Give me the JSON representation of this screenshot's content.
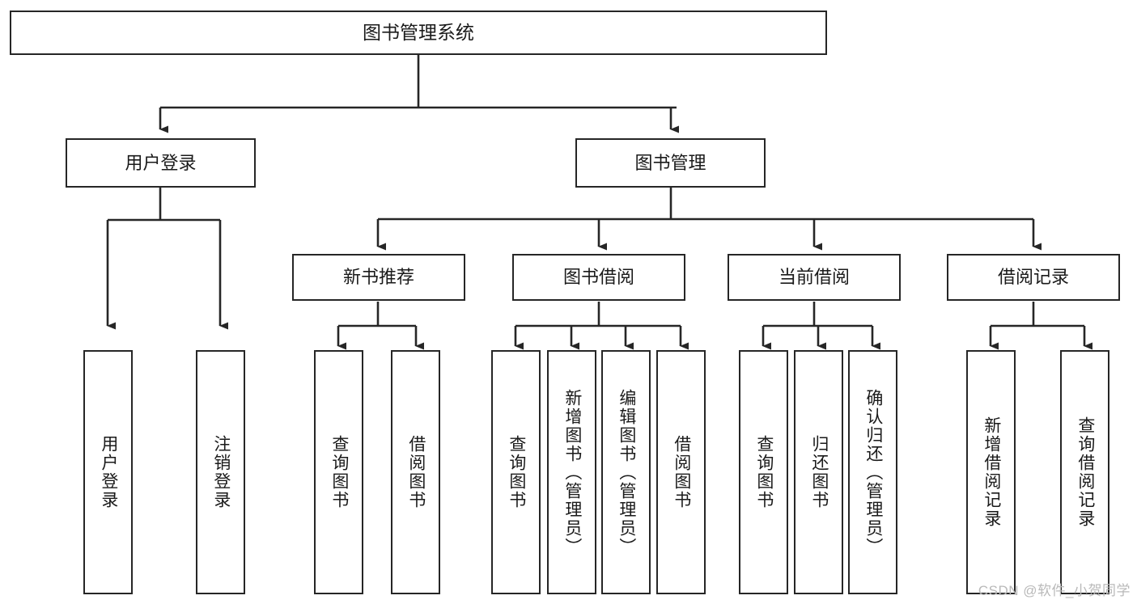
{
  "diagram": {
    "title": "图书管理系统",
    "watermark": "CSDN @软件_小贺同学",
    "colors": {
      "box_border": "#262626",
      "connector": "#262626",
      "background": "#ffffff",
      "text": "#1a1a1a",
      "watermark": "#b9b9b9"
    },
    "nodes": {
      "root": {
        "label": "图书管理系统",
        "level": 0
      },
      "user_login": {
        "label": "用户登录",
        "level": 1
      },
      "book_manage": {
        "label": "图书管理",
        "level": 1
      },
      "new_book_rec": {
        "label": "新书推荐",
        "level": 2
      },
      "book_borrow": {
        "label": "图书借阅",
        "level": 2
      },
      "current_borrow": {
        "label": "当前借阅",
        "level": 2
      },
      "borrow_record": {
        "label": "借阅记录",
        "level": 2
      },
      "leaf_user_login": {
        "label": "用户登录",
        "level": 3
      },
      "leaf_logout": {
        "label": "注销登录",
        "level": 3
      },
      "leaf_query_book_1": {
        "label": "查询图书",
        "level": 3
      },
      "leaf_borrow_book_1": {
        "label": "借阅图书",
        "level": 3
      },
      "leaf_query_book_2": {
        "label": "查询图书",
        "level": 3
      },
      "leaf_add_book": {
        "label": "新增图书（管理员）",
        "level": 3
      },
      "leaf_edit_book": {
        "label": "编辑图书（管理员）",
        "level": 3
      },
      "leaf_borrow_book_2": {
        "label": "借阅图书",
        "level": 3
      },
      "leaf_query_book_3": {
        "label": "查询图书",
        "level": 3
      },
      "leaf_return_book": {
        "label": "归还图书",
        "level": 3
      },
      "leaf_confirm_return": {
        "label": "确认归还（管理员）",
        "level": 3
      },
      "leaf_add_record": {
        "label": "新增借阅记录",
        "level": 3
      },
      "leaf_query_record": {
        "label": "查询借阅记录",
        "level": 3
      }
    }
  },
  "chart_data": {
    "type": "table",
    "title": "图书管理系统",
    "structure": "tree",
    "levels": 4,
    "tree": [
      {
        "label": "图书管理系统",
        "children": [
          {
            "label": "用户登录",
            "children": [
              {
                "label": "用户登录",
                "children": []
              },
              {
                "label": "注销登录",
                "children": []
              }
            ]
          },
          {
            "label": "图书管理",
            "children": [
              {
                "label": "新书推荐",
                "children": [
                  {
                    "label": "查询图书",
                    "children": []
                  },
                  {
                    "label": "借阅图书",
                    "children": []
                  }
                ]
              },
              {
                "label": "图书借阅",
                "children": [
                  {
                    "label": "查询图书",
                    "children": []
                  },
                  {
                    "label": "新增图书（管理员）",
                    "children": []
                  },
                  {
                    "label": "编辑图书（管理员）",
                    "children": []
                  },
                  {
                    "label": "借阅图书",
                    "children": []
                  }
                ]
              },
              {
                "label": "当前借阅",
                "children": [
                  {
                    "label": "查询图书",
                    "children": []
                  },
                  {
                    "label": "归还图书",
                    "children": []
                  },
                  {
                    "label": "确认归还（管理员）",
                    "children": []
                  }
                ]
              },
              {
                "label": "借阅记录",
                "children": [
                  {
                    "label": "新增借阅记录",
                    "children": []
                  },
                  {
                    "label": "查询借阅记录",
                    "children": []
                  }
                ]
              }
            ]
          }
        ]
      }
    ]
  }
}
